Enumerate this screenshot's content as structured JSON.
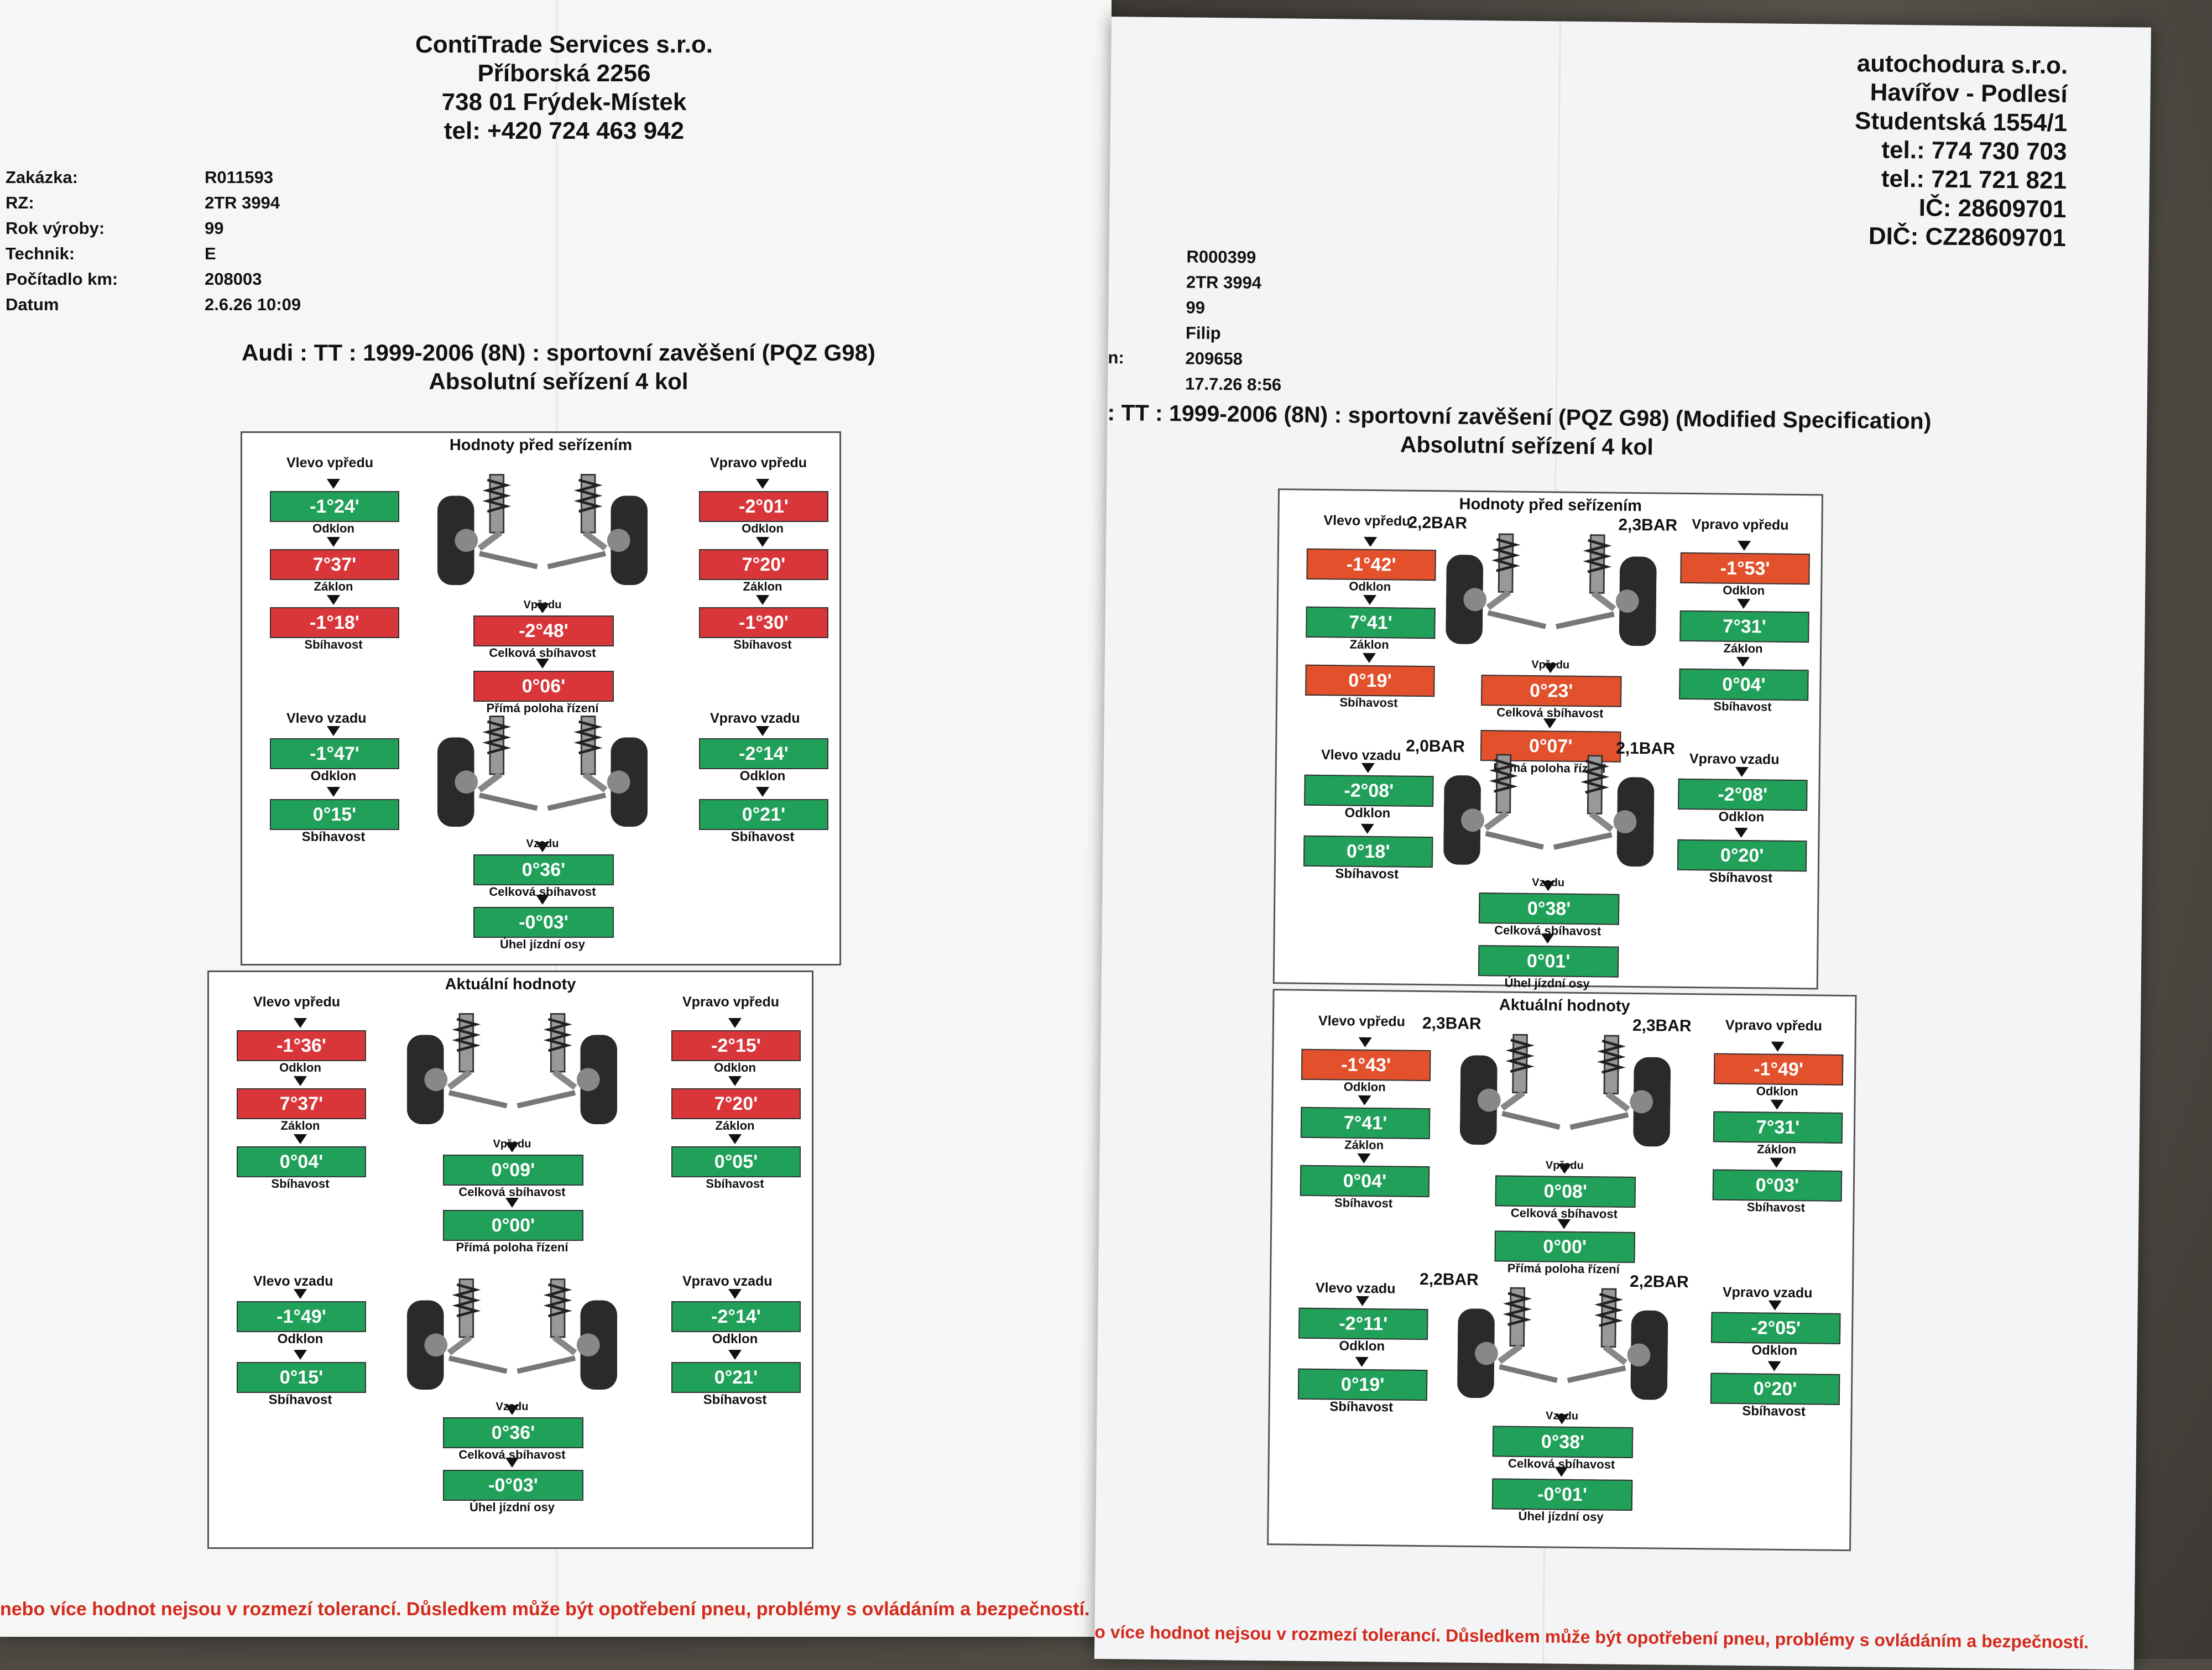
{
  "left": {
    "company": [
      "ContiTrade Services s.r.o.",
      "Příborská 2256",
      "738 01  Frýdek-Místek",
      "tel: +420 724 463 942"
    ],
    "meta": [
      {
        "k": "Zakázka:",
        "v": "R011593"
      },
      {
        "k": "RZ:",
        "v": "2TR 3994"
      },
      {
        "k": "Rok výroby:",
        "v": "99"
      },
      {
        "k": "Technik:",
        "v": "E"
      },
      {
        "k": "Počítadlo km:",
        "v": "208003"
      },
      {
        "k": "Datum",
        "v": "2.6.26 10:09"
      }
    ],
    "heading1": "Audi : TT : 1999-2006 (8N) : sportovní zavěšení (PQZ G98)",
    "heading2": "Absolutní seřízení 4 kol",
    "before": {
      "title": "Hodnoty před seřízením",
      "fl_label": "Vlevo vpředu",
      "fr_label": "Vpravo vpředu",
      "fl_camber": "-1°24'",
      "fl_caster": "7°37'",
      "fl_toe": "-1°18'",
      "fr_camber": "-2°01'",
      "fr_caster": "7°20'",
      "fr_toe": "-1°30'",
      "front_total": "-2°48'",
      "steer": "0°06'",
      "rl_label": "Vlevo vzadu",
      "rr_label": "Vpravo vzadu",
      "rl_camber": "-1°47'",
      "rl_toe": "0°15'",
      "rr_camber": "-2°14'",
      "rr_toe": "0°21'",
      "rear_total": "0°36'",
      "thrust": "-0°03'"
    },
    "after": {
      "title": "Aktuální hodnoty",
      "fl_label": "Vlevo vpředu",
      "fr_label": "Vpravo vpředu",
      "fl_camber": "-1°36'",
      "fl_caster": "7°37'",
      "fl_toe": "0°04'",
      "fr_camber": "-2°15'",
      "fr_caster": "7°20'",
      "fr_toe": "0°05'",
      "front_total": "0°09'",
      "steer": "0°00'",
      "rl_label": "Vlevo vzadu",
      "rr_label": "Vpravo vzadu",
      "rl_camber": "-1°49'",
      "rl_toe": "0°15'",
      "rr_camber": "-2°14'",
      "rr_toe": "0°21'",
      "rear_total": "0°36'",
      "thrust": "-0°03'"
    },
    "footer": "nebo více hodnot nejsou v rozmezí tolerancí.  Důsledkem může být opotřebení pneu, problémy s ovládáním a bezpečností."
  },
  "right": {
    "company": [
      "autochodura s.r.o.",
      "Havířov - Podlesí",
      "Studentská 1554/1",
      "tel.: 774 730 703",
      "tel.: 721 721 821",
      "IČ: 28609701",
      "DIČ: CZ28609701"
    ],
    "meta": [
      "R000399",
      "2TR 3994",
      "99",
      "Filip",
      "209658",
      "17.7.26 8:56"
    ],
    "meta_km_fragment": "n:",
    "heading1": ": TT : 1999-2006 (8N) : sportovní zavěšení (PQZ G98) (Modified Specification)",
    "heading2": "Absolutní seřízení 4 kol",
    "before": {
      "title": "Hodnoty před seřízením",
      "fl_label": "Vlevo vpředu",
      "fr_label": "Vpravo vpředu",
      "fl_camber": "-1°42'",
      "fl_caster": "7°41'",
      "fl_toe": "0°19'",
      "fr_camber": "-1°53'",
      "fr_caster": "7°31'",
      "fr_toe": "0°04'",
      "front_total": "0°23'",
      "steer": "0°07'",
      "rl_label": "Vlevo vzadu",
      "rr_label": "Vpravo vzadu",
      "rl_camber": "-2°08'",
      "rl_toe": "0°18'",
      "rr_camber": "-2°08'",
      "rr_toe": "0°20'",
      "rear_total": "0°38'",
      "thrust": "0°01'",
      "pf_l": "2,2BAR",
      "pf_r": "2,3BAR",
      "pr_l": "2,0BAR",
      "pr_r": "2,1BAR"
    },
    "after": {
      "title": "Aktuální hodnoty",
      "fl_label": "Vlevo vpředu",
      "fr_label": "Vpravo vpředu",
      "fl_camber": "-1°43'",
      "fl_caster": "7°41'",
      "fl_toe": "0°04'",
      "fr_camber": "-1°49'",
      "fr_caster": "7°31'",
      "fr_toe": "0°03'",
      "front_total": "0°08'",
      "steer": "0°00'",
      "rl_label": "Vlevo vzadu",
      "rr_label": "Vpravo vzadu",
      "rl_camber": "-2°11'",
      "rl_toe": "0°19'",
      "rr_camber": "-2°05'",
      "rr_toe": "0°20'",
      "rear_total": "0°38'",
      "thrust": "-0°01'",
      "pf_l": "2,3BAR",
      "pf_r": "2,3BAR",
      "pr_l": "2,2BAR",
      "pr_r": "2,2BAR"
    },
    "footer": "o více hodnot nejsou v rozmezí tolerancí.  Důsledkem může být opotřebení pneu, problémy s ovládáním a bezpečností."
  },
  "labels": {
    "camber": "Odklon",
    "caster": "Záklon",
    "toe": "Sbíhavost",
    "front": "Vpředu",
    "rear": "Vzadu",
    "total_toe": "Celková sbíhavost",
    "steer": "Přímá poloha řízení",
    "thrust": "Úhel jízdní osy"
  },
  "colors": {
    "red": "#d9363a",
    "green": "#21a05a",
    "orange": "#e2502c",
    "footer": "#d42a1c"
  }
}
